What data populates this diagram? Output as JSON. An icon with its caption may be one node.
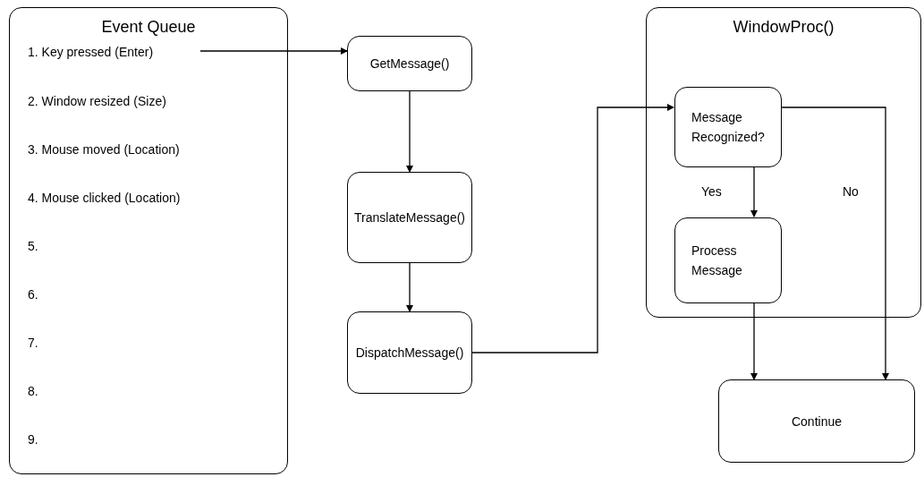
{
  "diagram": {
    "nodes": [
      {
        "text": [
          "Event Queue"
        ]
      },
      {
        "text": [
          "1. Key pressed (Enter)"
        ],
        "in": 0
      },
      {
        "text": [
          "GetMessage()"
        ]
      },
      {
        "text": [
          "TranslateMessage()"
        ]
      },
      {
        "text": [
          "DispatchMessage()"
        ]
      },
      {
        "text": [
          "WindowProc()"
        ]
      },
      {
        "text": [
          "Message Recognized?"
        ],
        "in": 5
      },
      {
        "text": [
          "Process Message"
        ],
        "in": 5
      },
      {
        "text": [
          "Continue"
        ]
      }
    ],
    "edges": [
      {
        "from": 1,
        "to": 2,
        "arrow": "to"
      },
      {
        "from": 2,
        "to": 3,
        "arrow": "to"
      },
      {
        "from": 3,
        "to": 4,
        "arrow": "to"
      },
      {
        "from": 4,
        "to": 6,
        "arrow": "to"
      },
      {
        "from": 6,
        "to": 7,
        "arrow": "to",
        "label": "Yes"
      },
      {
        "from": 6,
        "to": 8,
        "arrow": "to",
        "label": "No"
      },
      {
        "from": 7,
        "to": 8,
        "arrow": "to"
      }
    ],
    "labels": [
      "2. Window resized (Size)",
      "3. Mouse moved (Location)",
      "4. Mouse clicked (Location)",
      "5.",
      "6.",
      "7.",
      "8.",
      "9."
    ]
  }
}
